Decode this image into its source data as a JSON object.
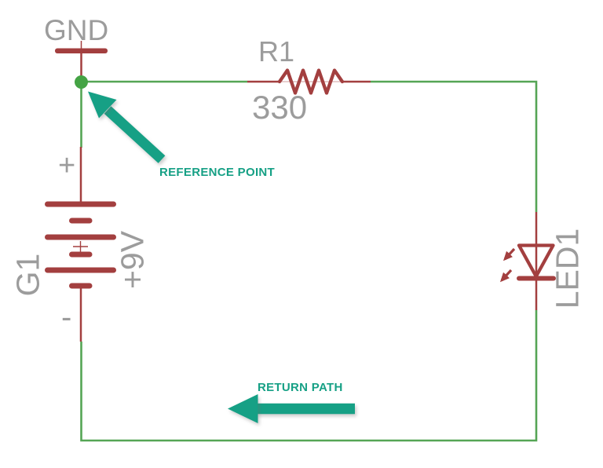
{
  "diagram": {
    "type": "circuit-schematic",
    "description": "9V battery, 330 ohm resistor and LED loop with ground reference"
  },
  "colors": {
    "background": "#ffffff",
    "wire": "#55a555",
    "junction": "#44a344",
    "component": "#a33f3f",
    "annotation": "#16a085",
    "label": "#9c9c9c"
  },
  "labels": {
    "ground": "GND",
    "resistor_name": "R1",
    "resistor_value": "330",
    "battery_name": "G1",
    "battery_value": "+9V",
    "battery_plus": "+",
    "battery_minus": "-",
    "led_name": "LED1"
  },
  "annotations": {
    "reference_point": "REFERENCE POINT",
    "return_path": "RETURN PATH"
  }
}
